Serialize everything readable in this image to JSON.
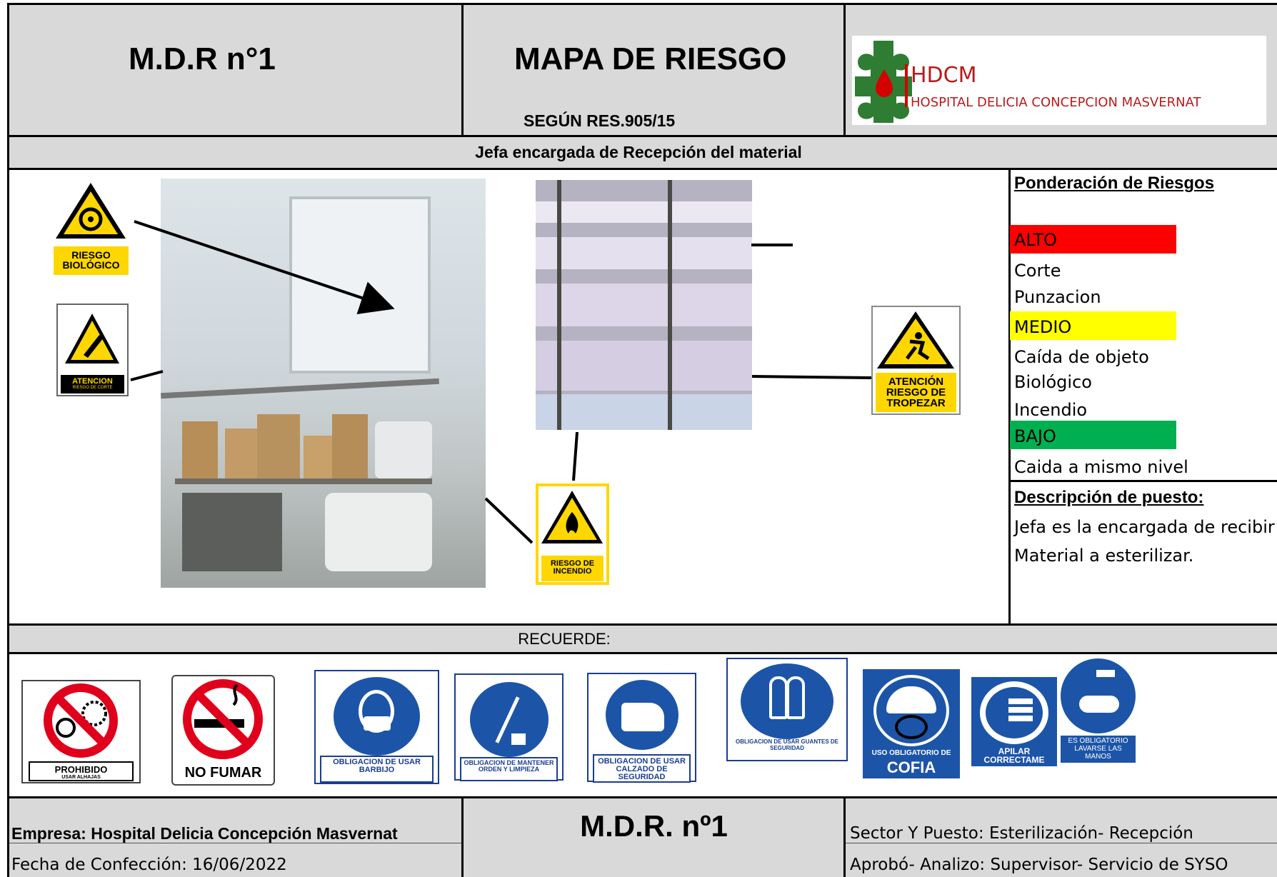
{
  "header": {
    "code": "M.D.R n°1",
    "title": "MAPA DE RIESGO",
    "resolution": "SEGÚN RES.905/15",
    "logo_acronym": "HDCM",
    "logo_name": "HOSPITAL DELICIA CONCEPCION MASVERNAT"
  },
  "subheader": "Jefa encargada de Recepción del material",
  "hazard_signs": {
    "biologico": "RIESGO BIOLÓGICO",
    "corte": "ATENCION",
    "corte_small": "RIESGO DE CORTE",
    "tropezar": "ATENCIÓN RIESGO DE TROPEZAR",
    "incendio": "RIESGO DE INCENDIO"
  },
  "legend": {
    "title": "Ponderación de Riesgos",
    "levels": [
      {
        "label": "ALTO",
        "color": "#ff0000",
        "items": [
          "Corte",
          "Punzacion"
        ]
      },
      {
        "label": "MEDIO",
        "color": "#ffff00",
        "items": [
          "Caída de objeto",
          "Biológico",
          "Incendio"
        ]
      },
      {
        "label": "BAJO",
        "color": "#00b050",
        "items": [
          "Caida a mismo nivel"
        ]
      }
    ],
    "description_title": "Descripción de puesto:",
    "description_lines": [
      "Jefa es la encargada de recibir",
      "Material a esterilizar."
    ]
  },
  "reminder": "RECUERDE:",
  "mandatory_signs": [
    {
      "label": "PROHIBIDO",
      "small": "USAR ALHAJAS"
    },
    {
      "label": "NO FUMAR"
    },
    {
      "label": "OBLIGACION DE USAR BARBIJO"
    },
    {
      "label": "OBLIGACION DE MANTENER ORDEN Y LIMPIEZA"
    },
    {
      "label": "OBLIGACION DE USAR CALZADO DE SEGURIDAD"
    },
    {
      "label": "OBLIGACION DE USAR GUANTES DE SEGURIDAD"
    },
    {
      "label": "USO OBLIGATORIO DE",
      "big": "COFIA"
    },
    {
      "label": "APILAR CORRECTAME"
    },
    {
      "label": "ES OBLIGATORIO LAVARSE LAS MANOS"
    }
  ],
  "footer": {
    "empresa": "Empresa: Hospital Delicia Concepción Masvernat",
    "fecha": "Fecha de Confección: 16/06/2022",
    "code": "M.D.R. nº1",
    "sector": "Sector Y Puesto: Esterilización- Recepción",
    "aprobo": "Aprobó- Analizo: Supervisor- Servicio de SYSO"
  },
  "colors": {
    "grid_gray": "#d9d9d9",
    "warning_yellow": "#ffd700",
    "mandatory_blue": "#1c55a8",
    "prohibition_red": "#e0001b"
  }
}
